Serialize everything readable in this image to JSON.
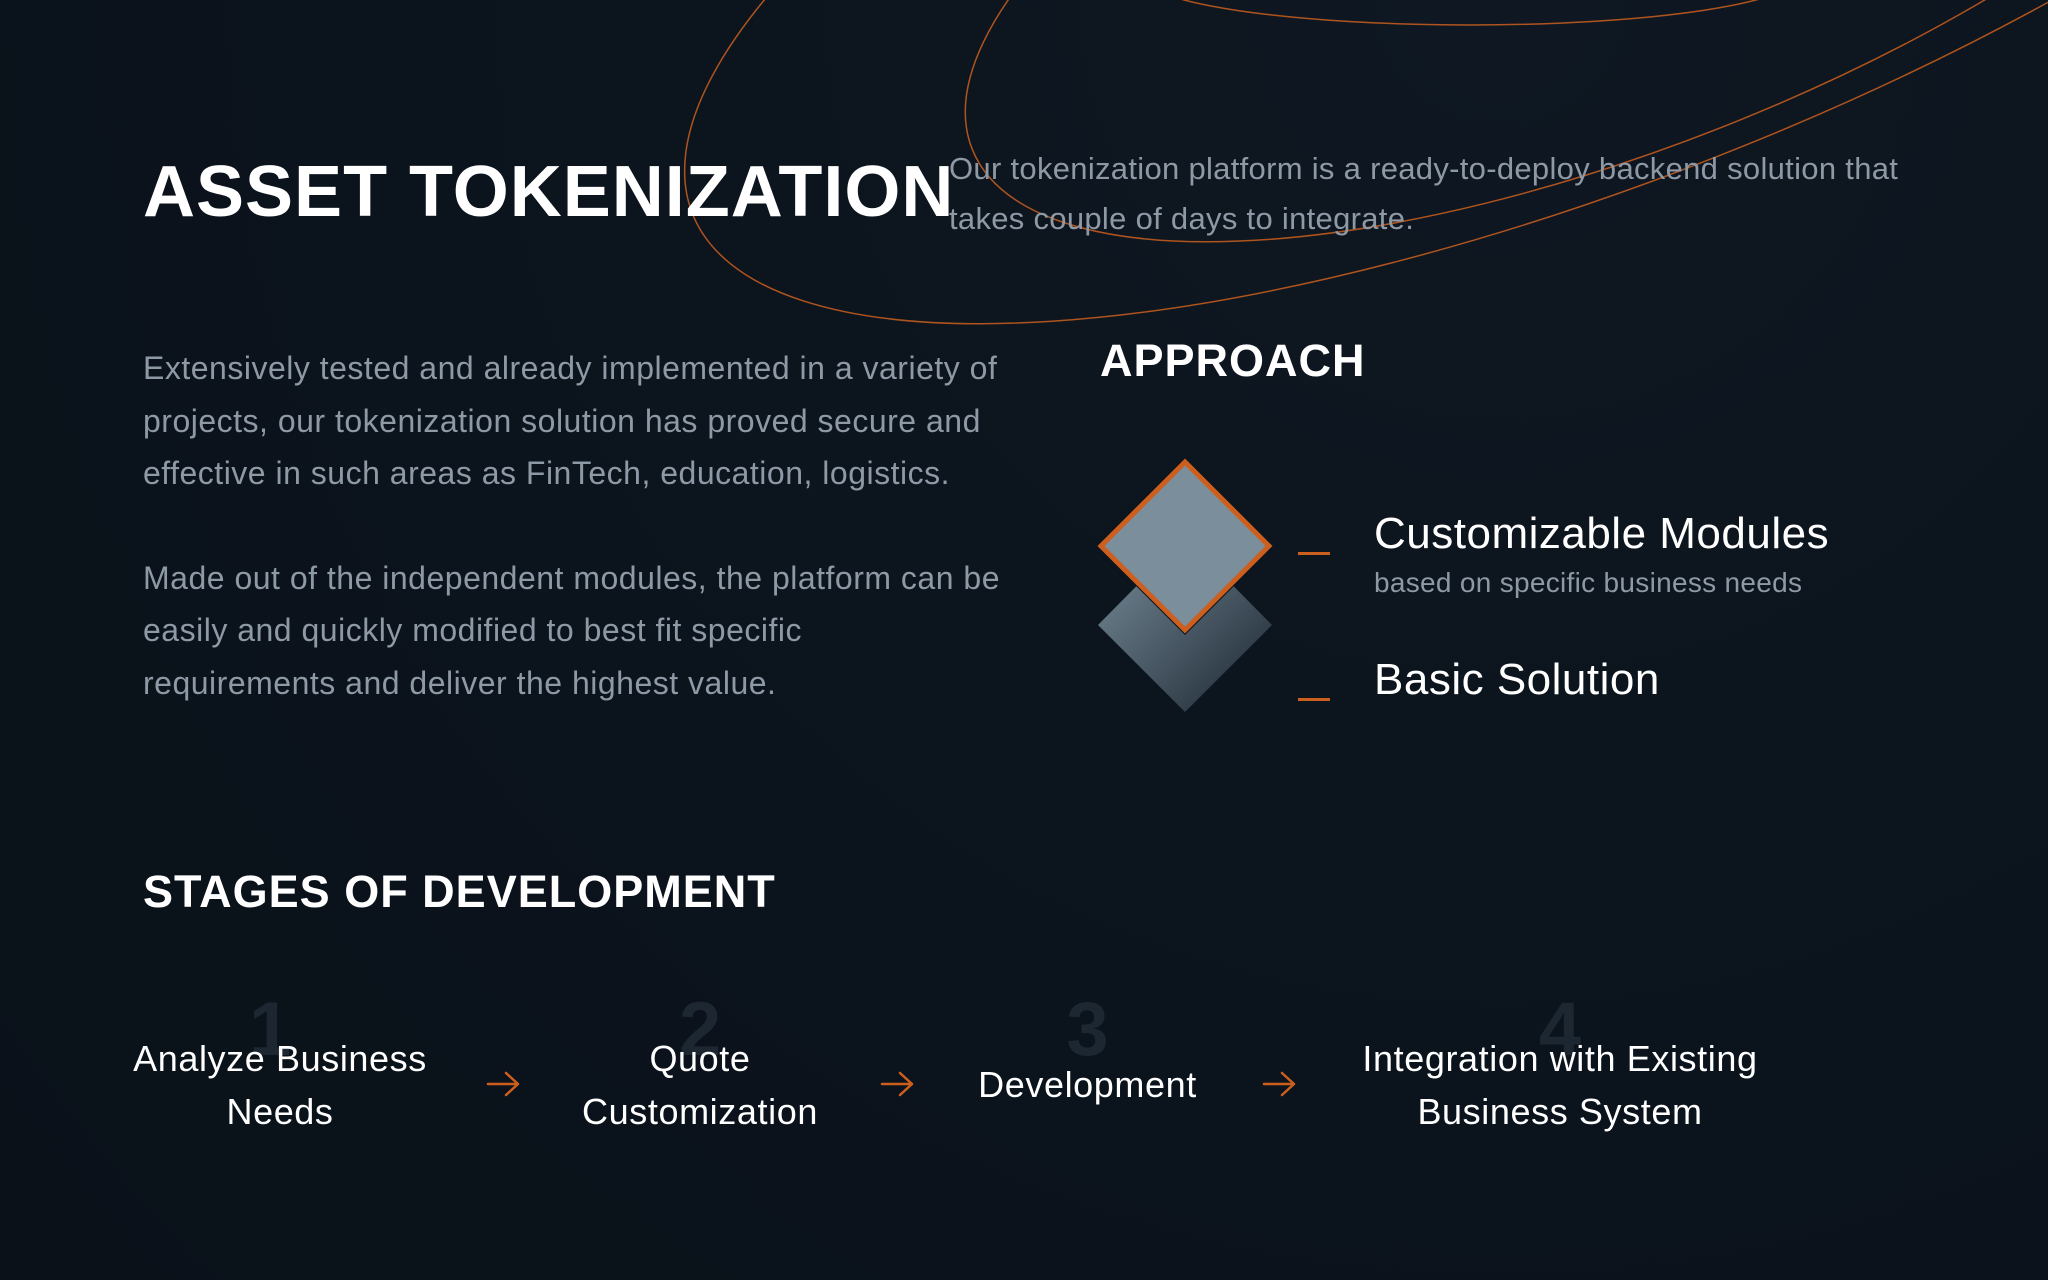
{
  "colors": {
    "background": "#0b131c",
    "accent": "#cd5f1e",
    "muted_text": "#8e99a6",
    "diamond": "#7a8e9c"
  },
  "hero": {
    "title": "ASSET TOKENIZATION",
    "subtitle": "Our tokenization platform is a ready-to-deploy  backend solution that takes couple of days to integrate."
  },
  "intro": {
    "paragraph1": "Extensively tested and already implemented in a variety of projects, our tokenization solution has proved secure and effective in such areas as FinTech, education, logistics.",
    "paragraph2": "Made out of the independent modules, the platform can be easily and quickly modified to best fit specific requirements and deliver the highest value."
  },
  "approach": {
    "title": "APPROACH",
    "items": [
      {
        "label": "Customizable Modules",
        "description": "based on specific business needs"
      },
      {
        "label": "Basic Solution"
      }
    ]
  },
  "stages": {
    "title": "STAGES OF DEVELOPMENT",
    "items": [
      {
        "number": "1",
        "label": "Analyze Business Needs"
      },
      {
        "number": "2",
        "label": "Quote Customization"
      },
      {
        "number": "3",
        "label": "Development"
      },
      {
        "number": "4",
        "label": "Integration with Existing Business System"
      }
    ],
    "arrow_icon": "arrow-right-icon"
  }
}
